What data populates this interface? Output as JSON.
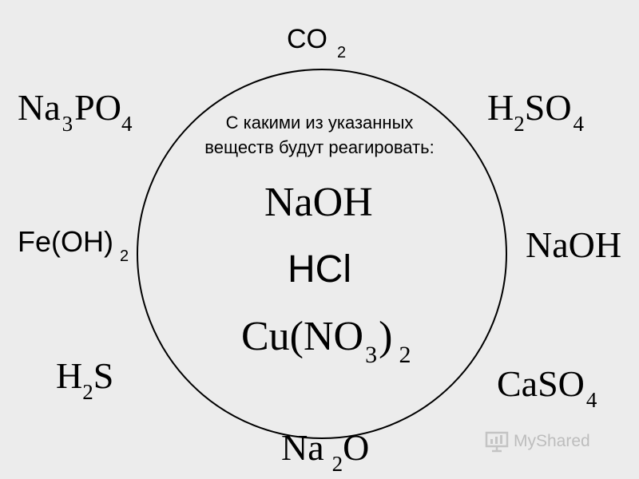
{
  "question": {
    "line1": "С какими из указанных",
    "line2": "веществ будут реагировать:"
  },
  "reagents": [
    {
      "name": "NaOH"
    },
    {
      "name": "HCl"
    },
    {
      "main": "Cu(NO",
      "sub1": "3",
      "close": ")",
      "sub2": "2"
    }
  ],
  "outer": {
    "co2": {
      "a": "CO",
      "s1": "2"
    },
    "h2so4": {
      "a": "H",
      "s1": "2",
      "b": "SO",
      "s2": "4"
    },
    "naoh": {
      "a": "NaOH"
    },
    "caso4": {
      "a": "CaSO",
      "s1": "4"
    },
    "na2o": {
      "a": "Na",
      "s1": "2",
      "b": "O"
    },
    "h2s": {
      "a": "H",
      "s1": "2",
      "b": "S"
    },
    "feoh2": {
      "a": "Fe(OH)",
      "s1": "2"
    },
    "na3po4": {
      "a": "Na",
      "s1": "3",
      "b": "PO",
      "s2": "4"
    }
  },
  "watermark": {
    "text": "MyShared",
    "icon": "presentation-board-icon"
  }
}
